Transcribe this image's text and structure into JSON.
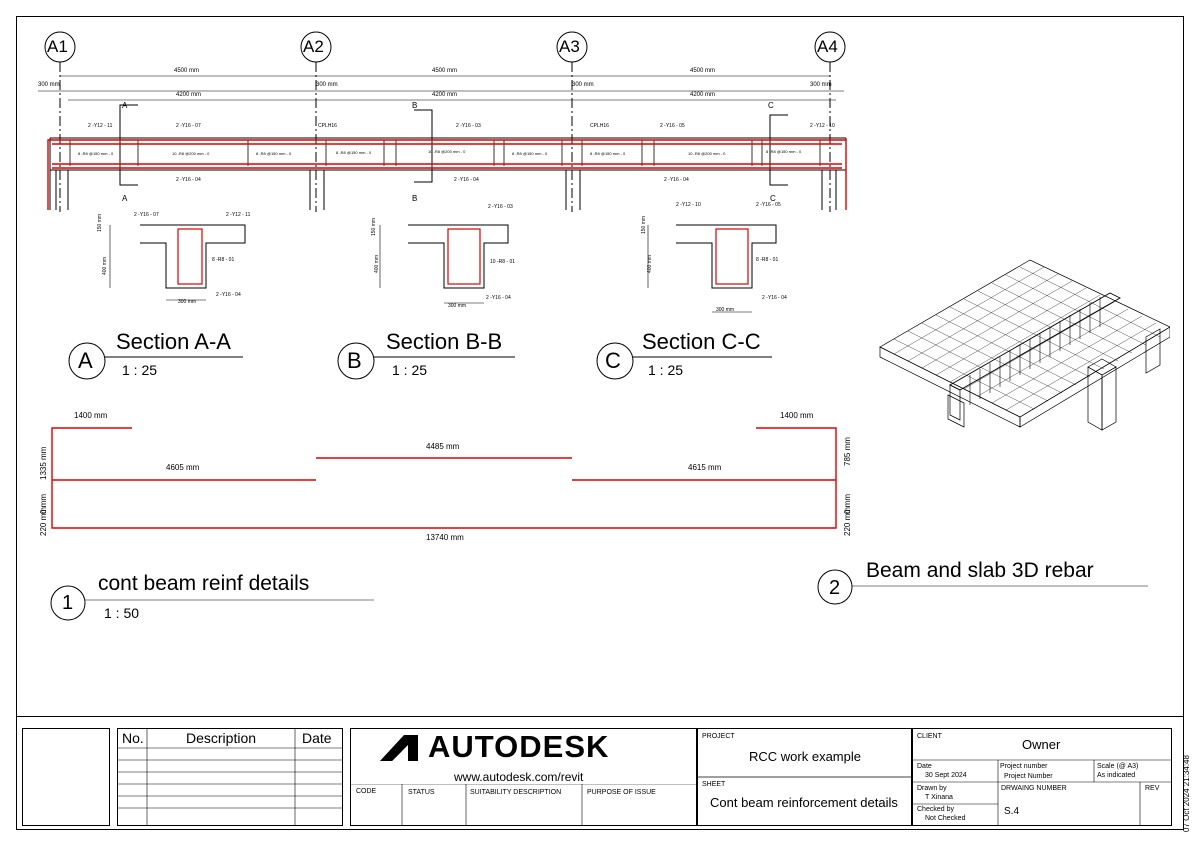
{
  "grid": {
    "labels": [
      "A1",
      "A2",
      "A3",
      "A4"
    ],
    "span_dims": [
      "4500 mm",
      "4500 mm",
      "4500 mm"
    ],
    "clear_dims": [
      "4200 mm",
      "4200 mm",
      "4200 mm"
    ],
    "end_dims": [
      "300 mm",
      "300 mm",
      "300 mm",
      "300 mm"
    ]
  },
  "beam_elevation": {
    "section_marks": [
      "A",
      "A",
      "B",
      "B",
      "C",
      "C"
    ],
    "bar_labels_top": [
      "2 -Y12 - 11",
      "2 -Y16 - 07",
      "CPLH16",
      "2 -Y16 - 03",
      "CPLH16",
      "2 -Y16 - 05",
      "2 -Y12 - 10"
    ],
    "bar_labels_bottom": [
      "2 -Y16 - 04",
      "2 -Y16 - 04",
      "2 -Y16 - 04"
    ],
    "stirrup_labels": [
      "8 -R8 @150 mm - 0",
      "10 -R8 @200 mm - 0",
      "8 -R8 @150 mm - 0",
      "8 -R8 @150 mm - 0",
      "10 -R8 @200 mm - 0",
      "8 -R8 @150 mm - 0",
      "8 -R8 @150 mm - 0",
      "10 -R8 @200 mm - 0",
      "8 -R8 @150 mm - 0"
    ]
  },
  "sections": [
    {
      "mark": "A",
      "title": "Section A-A",
      "scale": "1 : 25",
      "top_left": "2 -Y16 - 07",
      "top_right": "2 -Y12 - 11",
      "link": "8 -R8 - 01",
      "bottom": "2 -Y16 - 04",
      "width": "300 mm",
      "slab_dim": "150 mm",
      "web_dim": "400 mm"
    },
    {
      "mark": "B",
      "title": "Section B-B",
      "scale": "1 : 25",
      "top_left": "",
      "top_right": "2 -Y16 - 03",
      "link": "10 -R8 - 01",
      "bottom": "2 -Y16 - 04",
      "width": "300 mm",
      "slab_dim": "150 mm",
      "web_dim": "400 mm"
    },
    {
      "mark": "C",
      "title": "Section C-C",
      "scale": "1 : 25",
      "top_left": "2 -Y12 - 10",
      "top_right": "2 -Y16 - 05",
      "link": "8 -R8 - 01",
      "bottom": "2 -Y16 - 04",
      "width": "300 mm",
      "slab_dim": "150 mm",
      "web_dim": "400 mm"
    }
  ],
  "bar_schedule": {
    "left_hook": "1400 mm",
    "right_hook": "1400 mm",
    "middle": "4485 mm",
    "left_long": "4605 mm",
    "right_long": "4615 mm",
    "bottom": "13740 mm",
    "left_vert_top": "1335 mm",
    "left_vert_bottom": "220 mm",
    "left_vert_zero": "0 mm",
    "right_vert_top": "785 mm",
    "right_vert_bottom": "220 mm",
    "right_vert_zero": "0 mm"
  },
  "view1": {
    "num": "1",
    "title": "cont beam reinf details",
    "scale": "1 : 50"
  },
  "view2": {
    "num": "2",
    "title": "Beam and slab 3D rebar"
  },
  "title_block": {
    "rev_headers": {
      "no": "No.",
      "description": "Description",
      "date": "Date"
    },
    "logo_text": "AUTODESK",
    "website": "www.autodesk.com/revit",
    "code": "CODE",
    "status": "STATUS",
    "suitability": "SUITABILITY DESCRIPTION",
    "purpose": "PURPOSE OF ISSUE",
    "project_label": "PROJECT",
    "project_value": "RCC work example",
    "sheet_label": "SHEET",
    "sheet_value": "Cont beam reinforcement details",
    "client_label": "CLIENT",
    "client_value": "Owner",
    "date_label": "Date",
    "date_value": "30 Sept 2024",
    "projnum_label": "Project number",
    "projnum_value": "Project Number",
    "scale_label": "Scale (@ A3)",
    "scale_value": "As indicated",
    "drawn_label": "Drawn by",
    "drawn_value": "T Xinana",
    "drawnum_label": "DRWAING NUMBER",
    "drawnum_value": "S.4",
    "rev_label": "REV",
    "checked_label": "Checked by",
    "checked_value": "Not Checked"
  },
  "timestamp": "07 Oct 2024 21:34:48",
  "colors": {
    "rebar": "#e00000",
    "line": "#000000"
  }
}
